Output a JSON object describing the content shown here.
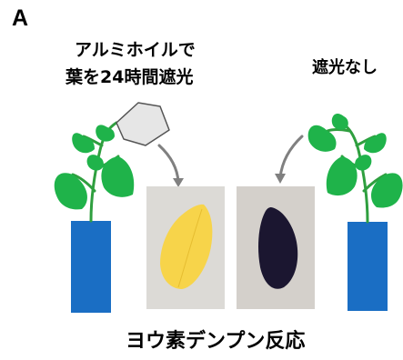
{
  "panel_label": "A",
  "treated": {
    "line1": "アルミホイルで",
    "line2": "葉を24時間遮光"
  },
  "control": {
    "label": "遮光なし"
  },
  "result": {
    "label": "ヨウ素デンプン反応"
  },
  "colors": {
    "leaf": "#1fb34a",
    "stem": "#2f9f3f",
    "pot": "#1a6ec4",
    "foil": "#e6e6e6",
    "arrow": "#808080",
    "stained_leaf_no_starch": "#f7d44a",
    "stained_leaf_starch": "#1b1630",
    "photo_background": "#dcdad6"
  }
}
